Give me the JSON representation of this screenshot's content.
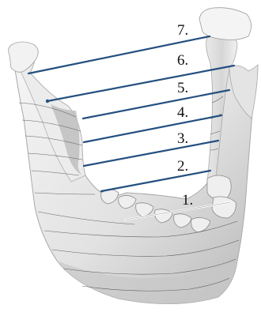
{
  "figure": {
    "subject": "3D rendering of a human mandible with seven numbered transverse measurement lines"
  },
  "labels": [
    "7.",
    "6.",
    "5.",
    "4.",
    "3.",
    "2.",
    "1."
  ],
  "colors": {
    "background": "#ffffff",
    "bone_light": "#f4f4f4",
    "bone_mid": "#d2d2d2",
    "bone_shadow": "#9a9a9a",
    "measure_line": "#24507f",
    "contour_line": "#4a4a4a",
    "label_text": "#111111"
  }
}
